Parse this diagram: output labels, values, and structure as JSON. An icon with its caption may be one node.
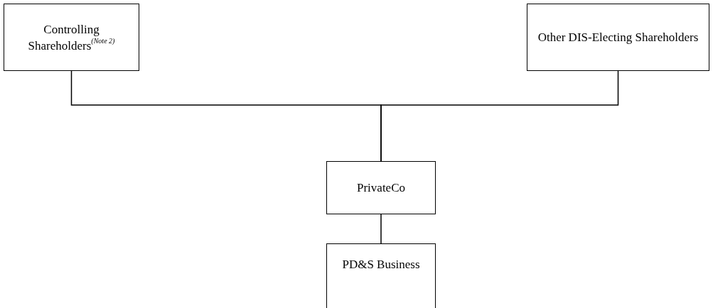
{
  "diagram": {
    "nodes": [
      {
        "text": [
          "Controlling Shareholders$^{(Note 2)}$"
        ]
      },
      {
        "text": [
          "Other DIS-Electing Shareholders"
        ]
      },
      {
        "text": [
          "PrivateCo"
        ]
      },
      {
        "text": [
          "PD&S Business"
        ]
      }
    ],
    "edges": [
      {
        "from": 0,
        "to": 2,
        "arrow": "none"
      },
      {
        "from": 1,
        "to": 2,
        "arrow": "none"
      },
      {
        "from": 2,
        "to": 3,
        "arrow": "none"
      }
    ]
  }
}
